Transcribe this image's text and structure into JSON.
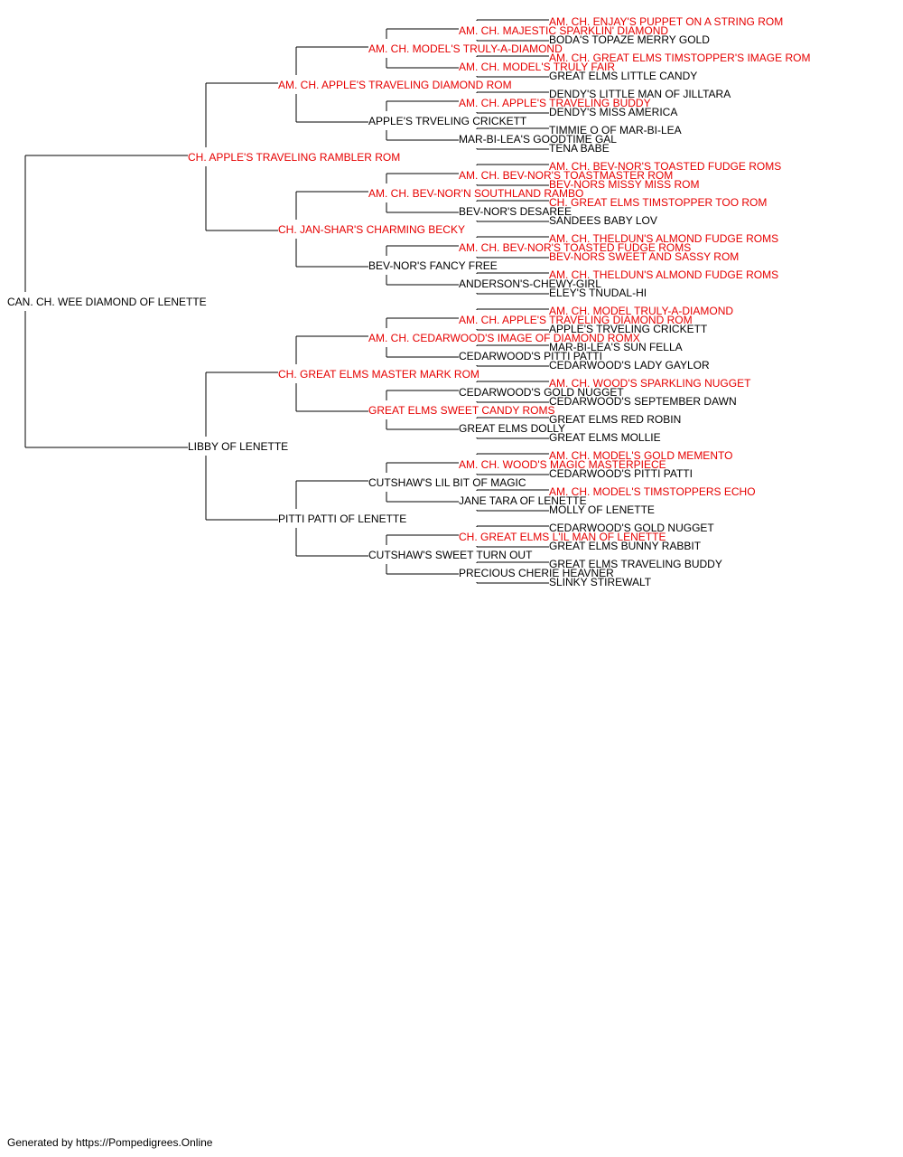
{
  "colors": {
    "champion": "#e60000",
    "normal": "#000000",
    "line": "#000000"
  },
  "subject": {
    "name": "CAN. CH. WEE DIAMOND OF LENETTE",
    "ch": false
  },
  "ancestors": [
    {
      "name": "CH. APPLE'S TRAVELING RAMBLER ROM",
      "ch": true
    },
    {
      "name": "LIBBY OF LENETTE",
      "ch": false
    },
    {
      "name": "AM. CH. APPLE'S TRAVELING DIAMOND ROM",
      "ch": true
    },
    {
      "name": "CH. JAN-SHAR'S CHARMING BECKY",
      "ch": true
    },
    {
      "name": "CH. GREAT ELMS MASTER MARK ROM",
      "ch": true
    },
    {
      "name": "PITTI PATTI OF LENETTE",
      "ch": false
    },
    {
      "name": "AM. CH. MODEL'S TRULY-A-DIAMOND",
      "ch": true
    },
    {
      "name": "APPLE'S TRVELING CRICKETT",
      "ch": false
    },
    {
      "name": "AM. CH. BEV-NOR'N SOUTHLAND RAMBO",
      "ch": true
    },
    {
      "name": "BEV-NOR'S FANCY FREE",
      "ch": false
    },
    {
      "name": "AM. CH. CEDARWOOD'S IMAGE OF DIAMOND ROMX",
      "ch": true
    },
    {
      "name": "GREAT ELMS SWEET CANDY ROMS",
      "ch": true
    },
    {
      "name": "CUTSHAW'S LIL BIT OF MAGIC",
      "ch": false
    },
    {
      "name": "CUTSHAW'S SWEET TURN OUT",
      "ch": false
    },
    {
      "name": "AM. CH. MAJESTIC SPARKLIN' DIAMOND",
      "ch": true
    },
    {
      "name": "AM. CH. MODEL'S TRULY FAIR",
      "ch": true
    },
    {
      "name": "AM. CH. APPLE'S TRAVELING BUDDY",
      "ch": true
    },
    {
      "name": "MAR-BI-LEA'S GOODTIME GAL",
      "ch": false
    },
    {
      "name": "AM. CH. BEV-NOR'S TOASTMASTER ROM",
      "ch": true
    },
    {
      "name": "BEV-NOR'S DESAREE",
      "ch": false
    },
    {
      "name": "AM. CH. BEV-NOR'S TOASTED FUDGE ROMS",
      "ch": true
    },
    {
      "name": "ANDERSON'S-CHEWY-GIRL",
      "ch": false
    },
    {
      "name": "AM. CH. APPLE'S TRAVELING DIAMOND ROM",
      "ch": true
    },
    {
      "name": "CEDARWOOD'S PITTI PATTI",
      "ch": false
    },
    {
      "name": "CEDARWOOD'S GOLD NUGGET",
      "ch": false
    },
    {
      "name": "GREAT ELMS DOLLY",
      "ch": false
    },
    {
      "name": "AM. CH. WOOD'S MAGIC MASTERPIECE",
      "ch": true
    },
    {
      "name": "JANE TARA OF LENETTE",
      "ch": false
    },
    {
      "name": "CH. GREAT ELMS L'IL MAN OF LENETTE",
      "ch": true
    },
    {
      "name": "PRECIOUS CHERIE HEAVNER",
      "ch": false
    },
    {
      "name": "AM. CH. ENJAY'S PUPPET ON A STRING ROM",
      "ch": true
    },
    {
      "name": "BODA'S TOPAZE MERRY GOLD",
      "ch": false
    },
    {
      "name": "AM. CH. GREAT ELMS TIMSTOPPER'S IMAGE ROM",
      "ch": true
    },
    {
      "name": "GREAT ELMS LITTLE CANDY",
      "ch": false
    },
    {
      "name": "DENDY'S LITTLE MAN OF JILLTARA",
      "ch": false
    },
    {
      "name": "DENDY'S MISS AMERICA",
      "ch": false
    },
    {
      "name": "TIMMIE O OF MAR-BI-LEA",
      "ch": false
    },
    {
      "name": "TENA BABE",
      "ch": false
    },
    {
      "name": "AM. CH. BEV-NOR'S TOASTED FUDGE ROMS",
      "ch": true
    },
    {
      "name": "BEV-NORS MISSY MISS ROM",
      "ch": true
    },
    {
      "name": "CH. GREAT ELMS TIMSTOPPER TOO ROM",
      "ch": true
    },
    {
      "name": "SANDEES BABY LOV",
      "ch": false
    },
    {
      "name": "AM. CH. THELDUN'S ALMOND FUDGE ROMS",
      "ch": true
    },
    {
      "name": "BEV-NORS SWEET AND SASSY ROM",
      "ch": true
    },
    {
      "name": "AM. CH. THELDUN'S ALMOND FUDGE ROMS",
      "ch": true
    },
    {
      "name": "ELEY'S TNUDAL-HI",
      "ch": false
    },
    {
      "name": "AM. CH. MODEL TRULY-A-DIAMOND",
      "ch": true
    },
    {
      "name": "APPLE'S TRVELING CRICKETT",
      "ch": false
    },
    {
      "name": "MAR-BI-LEA'S SUN FELLA",
      "ch": false
    },
    {
      "name": "CEDARWOOD'S LADY GAYLOR",
      "ch": false
    },
    {
      "name": "AM. CH. WOOD'S SPARKLING NUGGET",
      "ch": true
    },
    {
      "name": "CEDARWOOD'S SEPTEMBER DAWN",
      "ch": false
    },
    {
      "name": "GREAT ELMS RED ROBIN",
      "ch": false
    },
    {
      "name": "GREAT ELMS MOLLIE",
      "ch": false
    },
    {
      "name": "AM. CH. MODEL'S GOLD MEMENTO",
      "ch": true
    },
    {
      "name": "CEDARWOOD'S PITTI PATTI",
      "ch": false
    },
    {
      "name": "AM. CH. MODEL'S TIMSTOPPERS ECHO",
      "ch": true
    },
    {
      "name": "MOLLY OF LENETTE",
      "ch": false
    },
    {
      "name": "CEDARWOOD'S GOLD NUGGET",
      "ch": false
    },
    {
      "name": "GREAT ELMS BUNNY RABBIT",
      "ch": false
    },
    {
      "name": "GREAT ELMS TRAVELING BUDDY",
      "ch": false
    },
    {
      "name": "SLINKY STIREWALT",
      "ch": false
    }
  ],
  "footer": "Generated by https://Pompedigrees.Online"
}
